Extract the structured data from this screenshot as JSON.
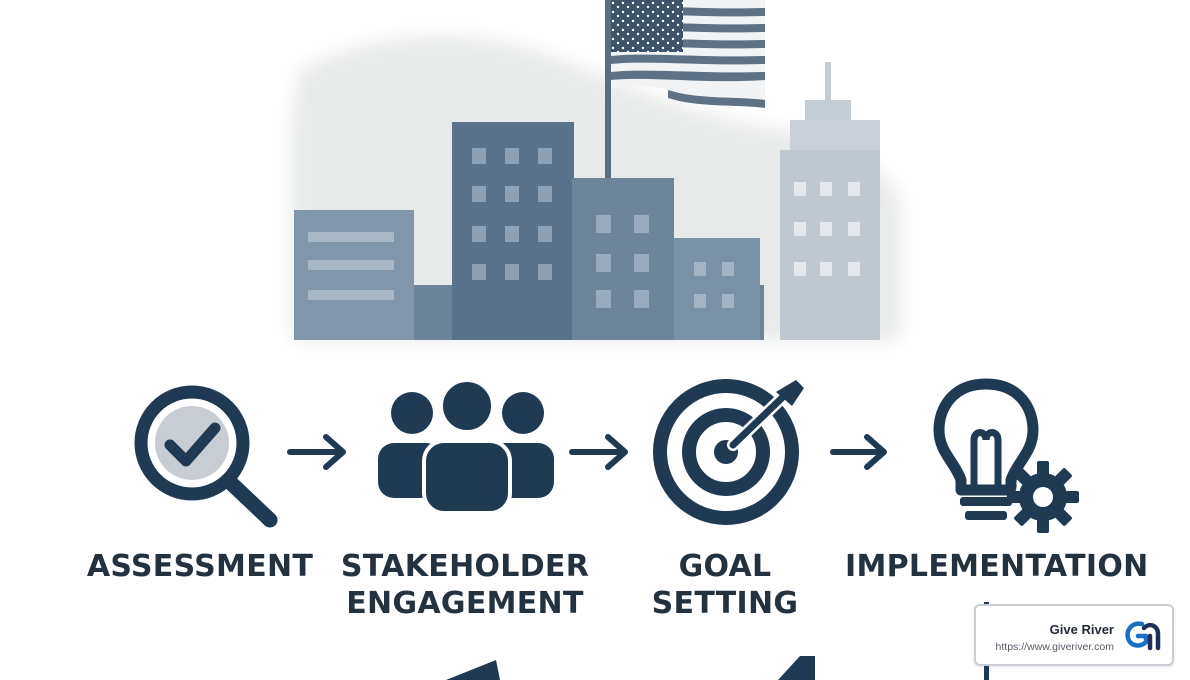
{
  "steps": [
    {
      "label_lines": [
        "ASSESSMENT"
      ],
      "icon": "magnifier-check-icon"
    },
    {
      "label_lines": [
        "STAKEHOLDER",
        "ENGAGEMENT"
      ],
      "icon": "people-group-icon"
    },
    {
      "label_lines": [
        "GOAL",
        "SETTING"
      ],
      "icon": "target-arrow-icon"
    },
    {
      "label_lines": [
        "IMPLEMENTATION"
      ],
      "icon": "lightbulb-gear-icon"
    }
  ],
  "illustration": {
    "subject": "city-skyline-with-flag",
    "flag": "us-flag-icon"
  },
  "badge": {
    "name": "Give River",
    "url": "https://www.giveriver.com",
    "logo": "give-river-logo"
  },
  "colors": {
    "icon_dark": "#1f3a52",
    "label_text": "#24313f",
    "building_dark": "#5a728a",
    "building_mid": "#7c90a4",
    "building_light": "#bcc6d0",
    "sky": "#e8ebe9",
    "badge_logo_blue": "#1a6fc2"
  }
}
